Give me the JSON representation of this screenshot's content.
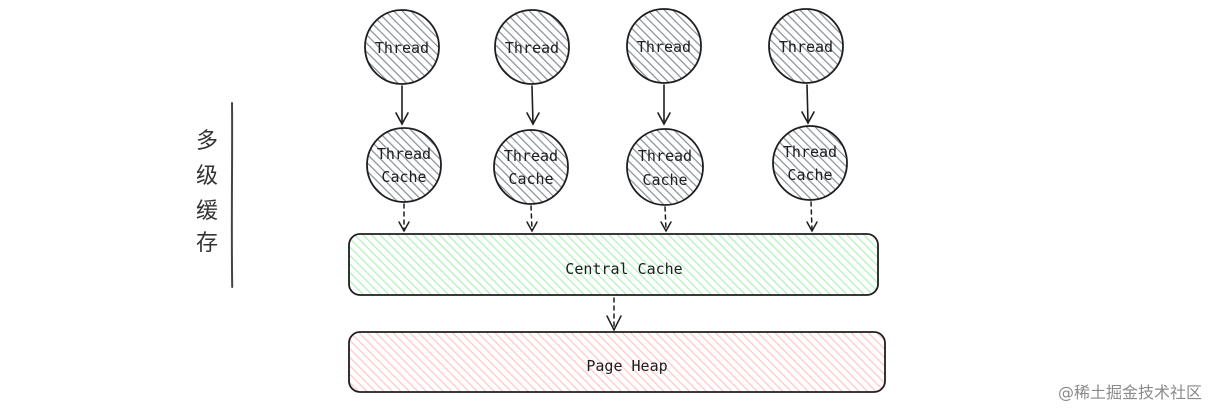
{
  "side_label": [
    "多",
    "级",
    "缓",
    "存"
  ],
  "threads": [
    {
      "label": "Thread"
    },
    {
      "label": "Thread"
    },
    {
      "label": "Thread"
    },
    {
      "label": "Thread"
    }
  ],
  "thread_caches": [
    {
      "line1": "Thread",
      "line2": "Cache"
    },
    {
      "line1": "Thread",
      "line2": "Cache"
    },
    {
      "line1": "Thread",
      "line2": "Cache"
    },
    {
      "line1": "Thread",
      "line2": "Cache"
    }
  ],
  "central_cache": {
    "label": "Central Cache",
    "color": "#b2f2bb"
  },
  "page_heap": {
    "label": "Page Heap",
    "color": "#ffc9c9"
  },
  "circle_color": "#868e96",
  "watermark": "@稀土掘金技术社区"
}
